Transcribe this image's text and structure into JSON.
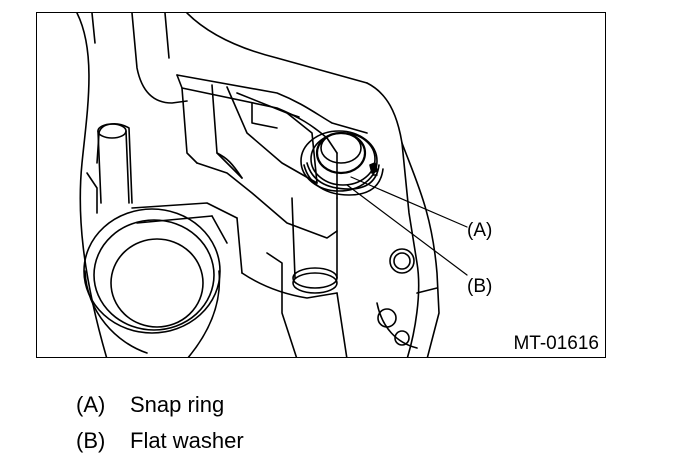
{
  "figure": {
    "code": "MT-01616",
    "callouts": [
      {
        "key": "(A)"
      },
      {
        "key": "(B)"
      }
    ]
  },
  "legend": [
    {
      "key": "(A)",
      "text": "Snap ring"
    },
    {
      "key": "(B)",
      "text": "Flat washer"
    }
  ]
}
